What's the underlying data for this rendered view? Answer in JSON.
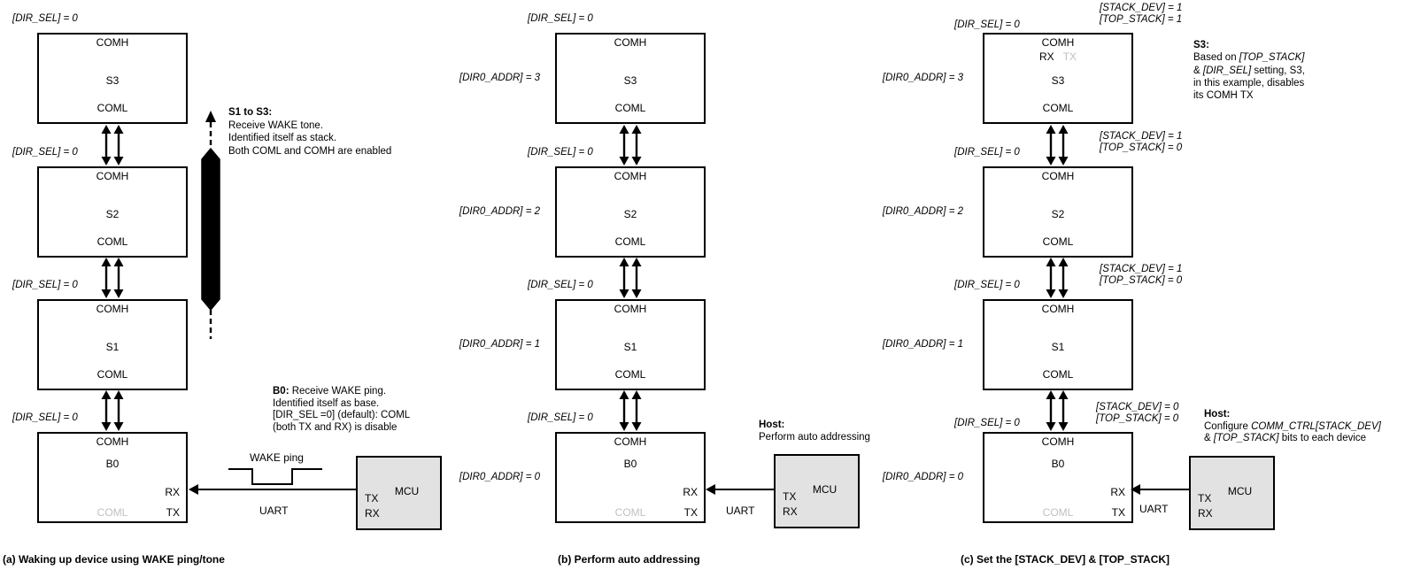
{
  "labels": {
    "dir_sel": "[DIR_SEL] = 0",
    "comh": "COMH",
    "coml": "COML",
    "rx": "RX",
    "tx": "TX",
    "mcu": "MCU",
    "uart": "UART"
  },
  "panel_a": {
    "caption": "(a) Waking up device using WAKE ping/tone",
    "devices": [
      "S3",
      "S2",
      "S1",
      "B0"
    ],
    "wake_tone": "WAKE TONE",
    "wake_ping": "WAKE ping",
    "stack_note": {
      "title": "S1 to S3:",
      "l1": "Receive WAKE tone.",
      "l2": "Identified itself as stack.",
      "l3": "Both COML and COMH are enabled"
    },
    "base_note": {
      "title": "B0:",
      "t1": " Receive WAKE ping.",
      "l2": "Identified itself as base.",
      "l3": "[DIR_SEL =0] (default): COML",
      "l4": "(both TX and RX) is disable"
    }
  },
  "panel_b": {
    "caption": "(b) Perform auto addressing",
    "devices": [
      "S3",
      "S2",
      "S1",
      "B0"
    ],
    "addr": [
      "[DIR0_ADDR] = 3",
      "[DIR0_ADDR] = 2",
      "[DIR0_ADDR] = 1",
      "[DIR0_ADDR] = 0"
    ],
    "host_note": {
      "title": "Host:",
      "l1": "Perform auto addressing"
    }
  },
  "panel_c": {
    "caption": "(c) Set the [STACK_DEV] & [TOP_STACK]",
    "devices": [
      "S3",
      "S2",
      "S1",
      "B0"
    ],
    "addr": [
      "[DIR0_ADDR] = 3",
      "[DIR0_ADDR] = 2",
      "[DIR0_ADDR] = 1",
      "[DIR0_ADDR] = 0"
    ],
    "stack_pairs": [
      {
        "l1": "[STACK_DEV] = 1",
        "l2": "[TOP_STACK] = 1"
      },
      {
        "l1": "[STACK_DEV] = 1",
        "l2": "[TOP_STACK] = 0"
      },
      {
        "l1": "[STACK_DEV] = 1",
        "l2": "[TOP_STACK] = 0"
      },
      {
        "l1": "[STACK_DEV] = 0",
        "l2": "[TOP_STACK] = 0"
      }
    ],
    "s3_note": {
      "title": "S3:",
      "l1a": "Based on ",
      "l1b": "[TOP_STACK]",
      "l2a": "& ",
      "l2b": "[DIR_SEL]",
      "l2c": " setting, S3,",
      "l3": "in this example, disables",
      "l4": "its COMH TX"
    },
    "host_note": {
      "title": "Host:",
      "l1a": "Configure ",
      "l1b": "COMM_CTRL[STACK_DEV]",
      "l2a": "& ",
      "l2b": "[TOP_STACK]",
      "l2c": " bits to each device"
    }
  }
}
